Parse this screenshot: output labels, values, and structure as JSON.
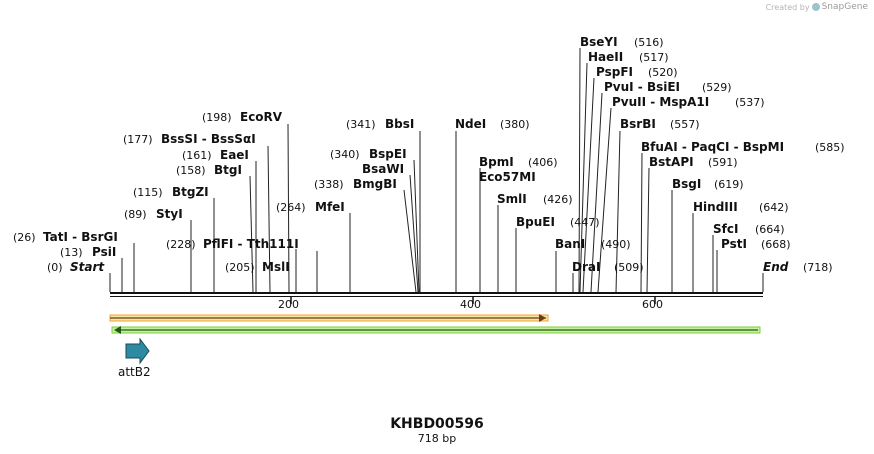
{
  "credit": {
    "prefix": "Created by",
    "brand": "SnapGene"
  },
  "sequence": {
    "name": "KHBD00596",
    "length_label": "718 bp",
    "length": 718
  },
  "ruler": {
    "ticks": [
      "200",
      "400",
      "600"
    ]
  },
  "sites": [
    {
      "name": "Start",
      "pos": "(0)",
      "italic": true
    },
    {
      "name": "PsiI",
      "pos": "(13)"
    },
    {
      "name": "TatI  -  BsrGI",
      "pos": "(26)"
    },
    {
      "name": "StyI",
      "pos": "(89)"
    },
    {
      "name": "BtgZI",
      "pos": "(115)"
    },
    {
      "name": "BtgI",
      "pos": "(158)"
    },
    {
      "name": "EaeI",
      "pos": "(161)"
    },
    {
      "name": "BssSI  -  BssSαI",
      "pos": "(177)"
    },
    {
      "name": "EcoRV",
      "pos": "(198)"
    },
    {
      "name": "MslI",
      "pos": "(205)"
    },
    {
      "name": "PflFI  -  Tth111I",
      "pos": "(228)"
    },
    {
      "name": "MfeI",
      "pos": "(264)"
    },
    {
      "name": "BmgBI",
      "pos": "(338)"
    },
    {
      "name": "BsaWI",
      "pos": ""
    },
    {
      "name": "BspEI",
      "pos": "(340)"
    },
    {
      "name": "BbsI",
      "pos": "(341)"
    },
    {
      "name": "NdeI",
      "pos": "(380)"
    },
    {
      "name": "BpmI",
      "pos": "(406)"
    },
    {
      "name": "Eco57MI",
      "pos": ""
    },
    {
      "name": "SmlI",
      "pos": "(426)"
    },
    {
      "name": "BpuEI",
      "pos": "(447)"
    },
    {
      "name": "BanI",
      "pos": "(490)"
    },
    {
      "name": "DraI",
      "pos": "(509)"
    },
    {
      "name": "BseYI",
      "pos": "(516)"
    },
    {
      "name": "HaeII",
      "pos": "(517)"
    },
    {
      "name": "PspFI",
      "pos": "(520)"
    },
    {
      "name": "PvuI  -  BsiEI",
      "pos": "(529)"
    },
    {
      "name": "PvuII  -  MspA1I",
      "pos": "(537)"
    },
    {
      "name": "BsrBI",
      "pos": "(557)"
    },
    {
      "name": "BfuAI  -  PaqCI  -  BspMI",
      "pos": "(585)"
    },
    {
      "name": "BstAPI",
      "pos": "(591)"
    },
    {
      "name": "BsgI",
      "pos": "(619)"
    },
    {
      "name": "HindIII",
      "pos": "(642)"
    },
    {
      "name": "SfcI",
      "pos": "(664)"
    },
    {
      "name": "PstI",
      "pos": "(668)"
    },
    {
      "name": "End",
      "pos": "(718)",
      "italic": true
    }
  ],
  "features": [
    {
      "name": "forward-primer-bar",
      "color": "#f0a030"
    },
    {
      "name": "reverse-primer-bar",
      "color": "#7ad03a"
    },
    {
      "name": "attB2",
      "label": "attB2",
      "color": "#2e8aa3"
    }
  ]
}
